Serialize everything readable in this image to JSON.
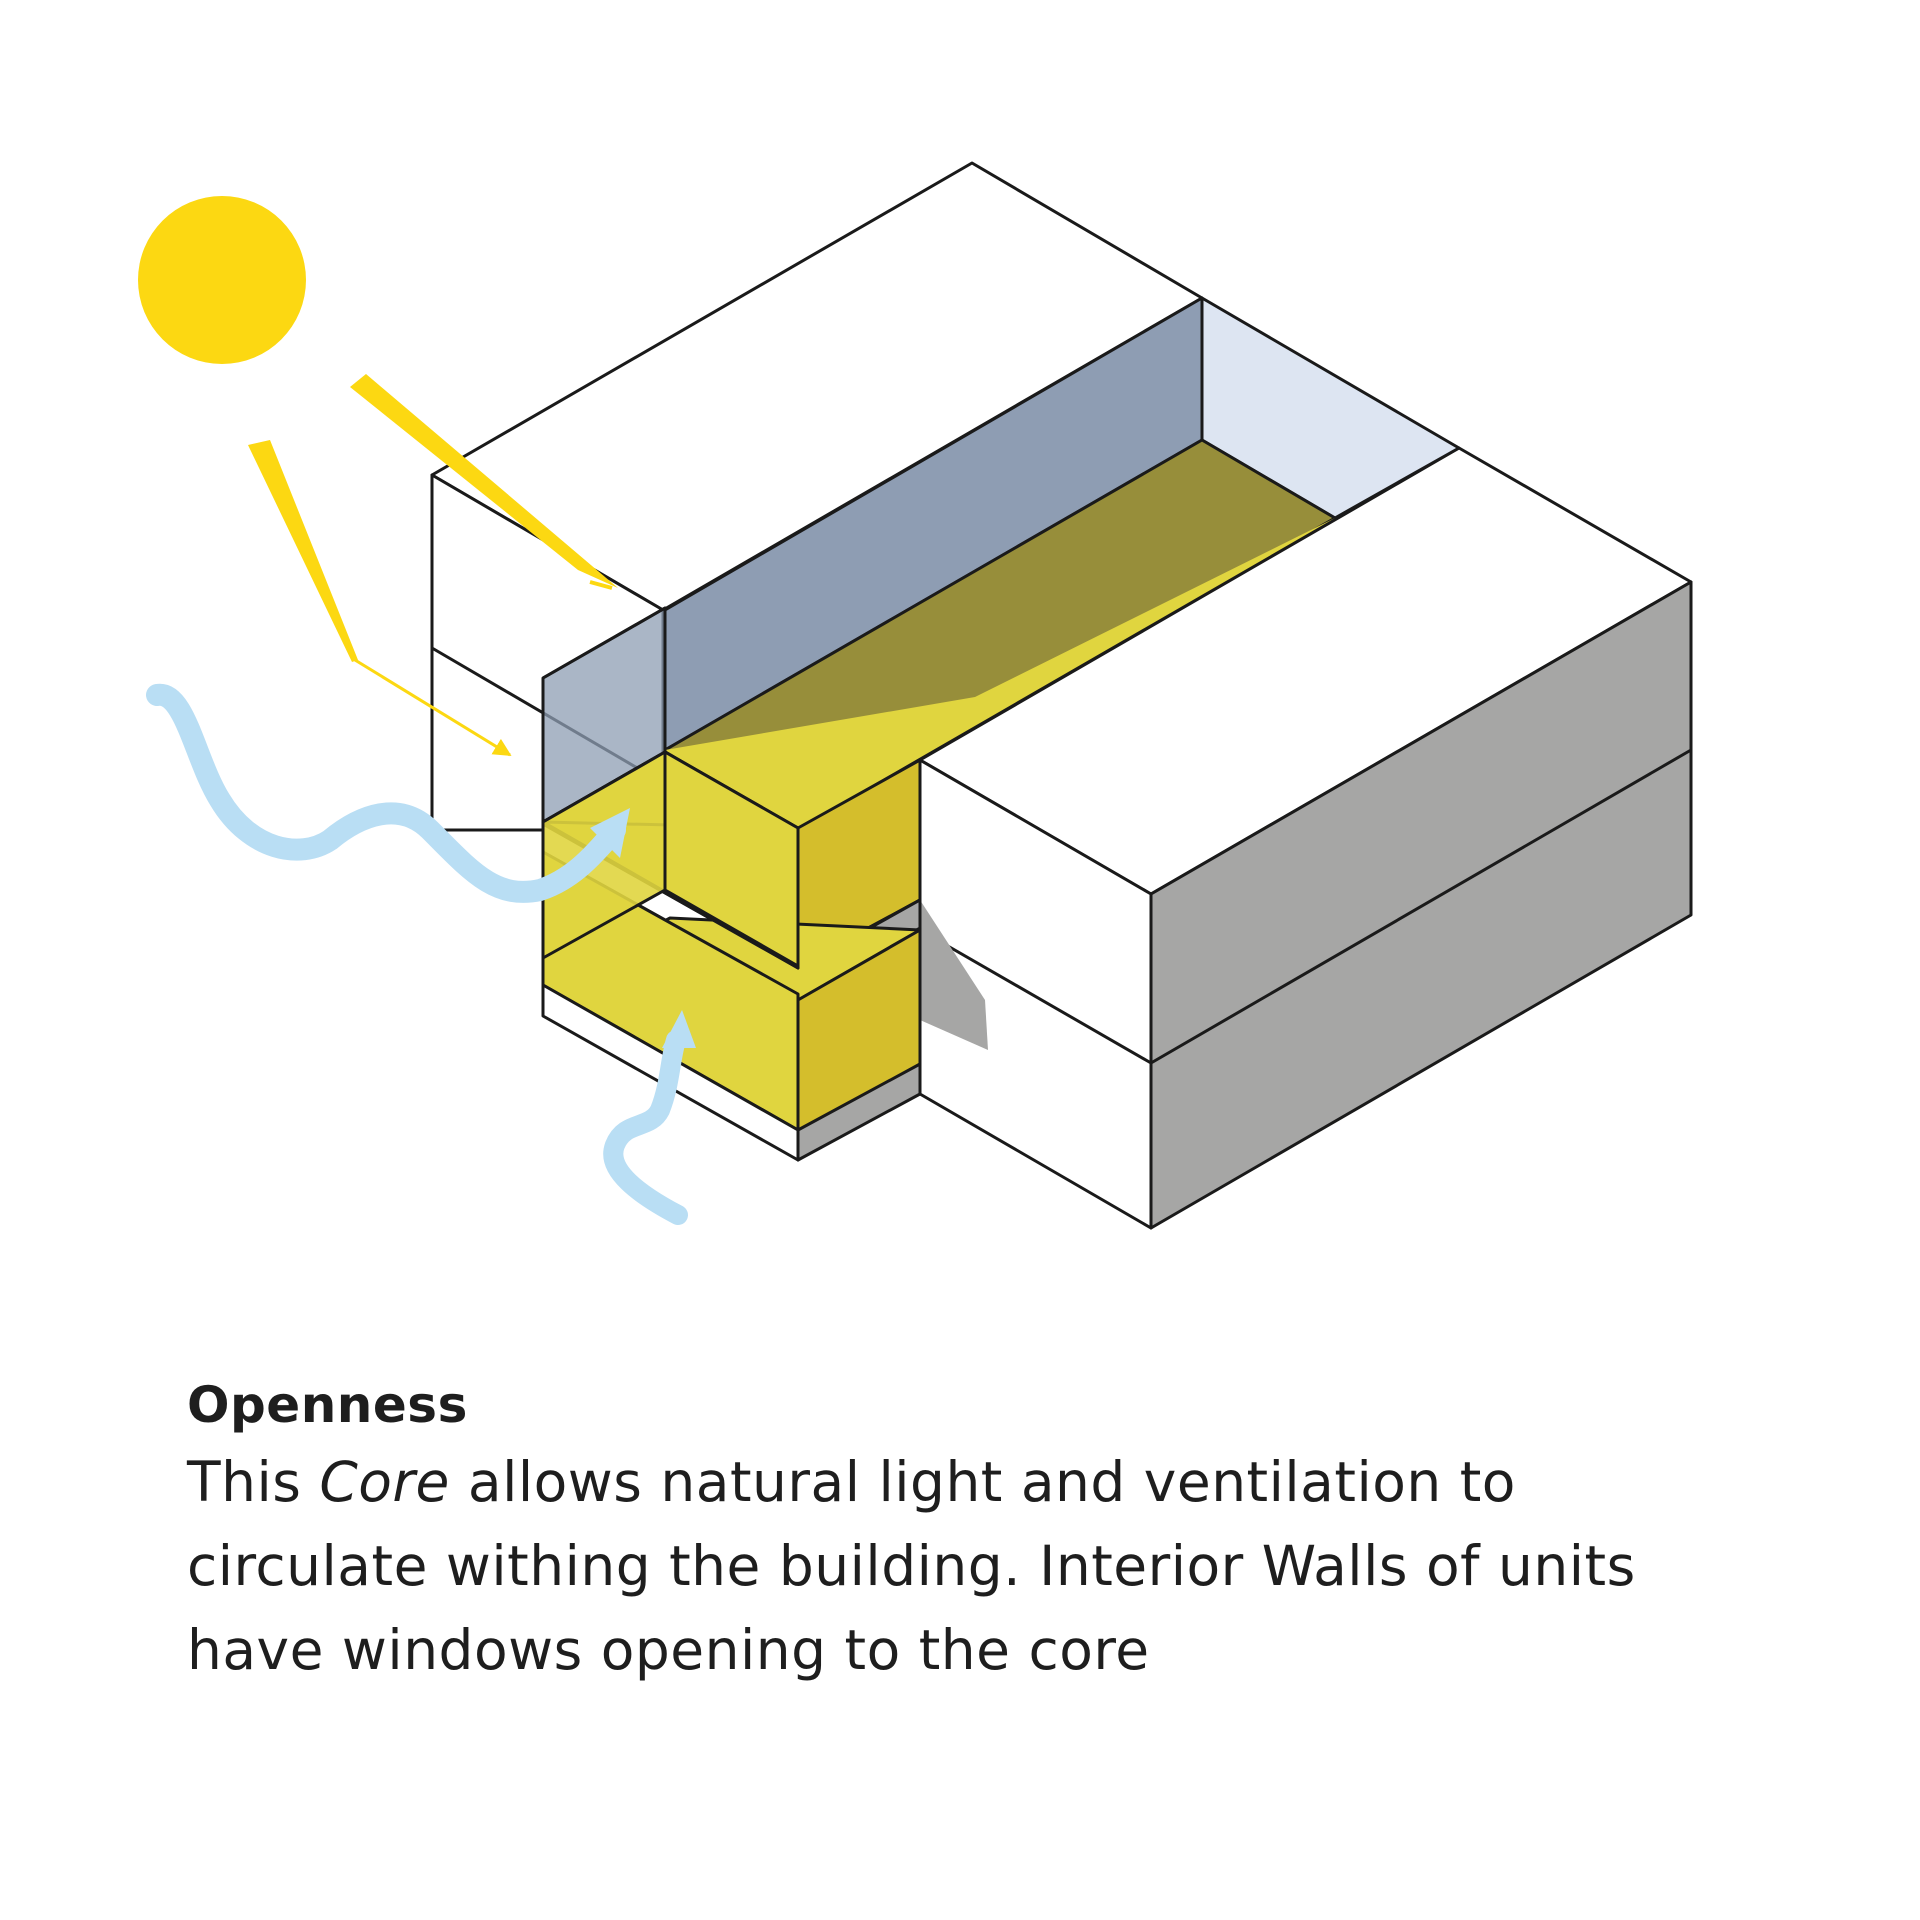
{
  "diagram": {
    "colors": {
      "sun": "#FCD812",
      "light_ray": "#FCD812",
      "core_glass": "#8E9DB3",
      "core_glass_light": "#DDE5F2",
      "lit_floor": "#E0D53F",
      "lit_floor_shadow": "#978E3A",
      "lit_side": "#D4BE2C",
      "wall_white": "#FFFFFF",
      "wall_gray": "#A6A6A5",
      "air_flow": "#B9DEF4",
      "outline": "#1A1A1A"
    },
    "icons": [
      "sun-icon",
      "light-ray-icon",
      "air-flow-icon"
    ]
  },
  "caption": {
    "title": "Openness",
    "body_before": "This ",
    "body_emphasis": "Core",
    "body_after": " allows natural light and ventilation to circulate withing the building. Interior Walls of units have windows opening to the core"
  }
}
